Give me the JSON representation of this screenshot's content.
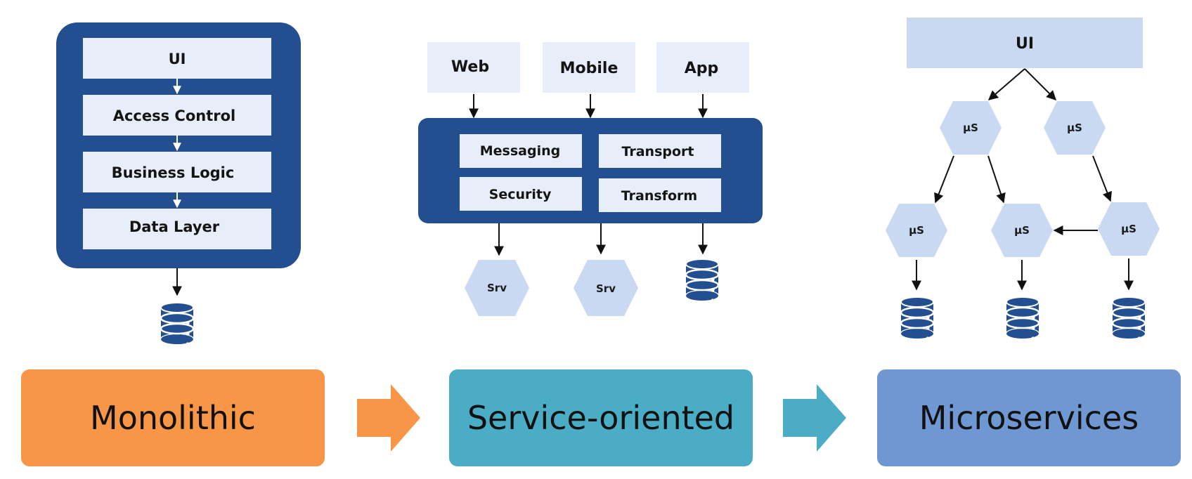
{
  "monolithic": {
    "layers": [
      "UI",
      "Access Control",
      "Business Logic",
      "Data Layer"
    ],
    "label": "Monolithic"
  },
  "service_oriented": {
    "clients": [
      "Web",
      "Mobile",
      "App"
    ],
    "bus_modules": [
      "Messaging",
      "Transport",
      "Security",
      "Transform"
    ],
    "service_label": "Srv",
    "label": "Service-oriented"
  },
  "microservices": {
    "ui_label": "UI",
    "service_label": "µS",
    "label": "Microservices"
  },
  "colors": {
    "dark_blue": "#234e8f",
    "light_box": "#e7eef9",
    "hex_fill": "#c9d9f1",
    "monolithic": "#f79646",
    "service_oriented": "#4bacc6",
    "microservices": "#6f98d3"
  }
}
